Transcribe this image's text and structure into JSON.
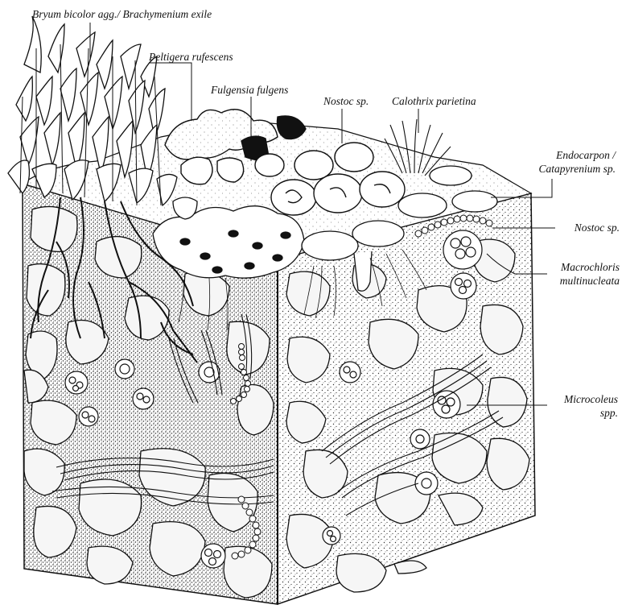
{
  "labels": {
    "bryum": "Bryum bicolor agg./ Brachymenium exile",
    "peltigera": "Peltigera rufescens",
    "fulgensia": "Fulgensia fulgens",
    "nostoc_top": "Nostoc sp.",
    "calothrix": "Calothrix parietina",
    "endocarpon_line1": "Endocarpon /",
    "endocarpon_line2": "Catapyrenium sp.",
    "nostoc_right": "Nostoc sp.",
    "macrochloris_line1": "Macrochloris",
    "macrochloris_line2": "multinucleata",
    "microcoleus_line1": "Microcoleus",
    "microcoleus_line2": "spp."
  },
  "colors": {
    "ink": "#111111",
    "paper": "#ffffff",
    "stone_fill": "#f4f4f4",
    "stipple": "#3a3a3a"
  }
}
